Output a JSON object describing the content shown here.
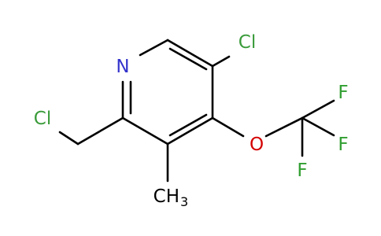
{
  "colors": {
    "bond": "#000000",
    "nitrogen": "#3333cc",
    "chlorine": "#3a9b3a",
    "fluorine": "#2f9e2f",
    "oxygen": "#d40000",
    "carbon": "#000000"
  },
  "atoms": {
    "n1": "N",
    "cl_ring": "Cl",
    "cl_chain": "Cl",
    "o": "O",
    "f_top": "F",
    "f_mid": "F",
    "f_bot": "F",
    "methyl_c": "CH",
    "methyl_sub": "3"
  }
}
